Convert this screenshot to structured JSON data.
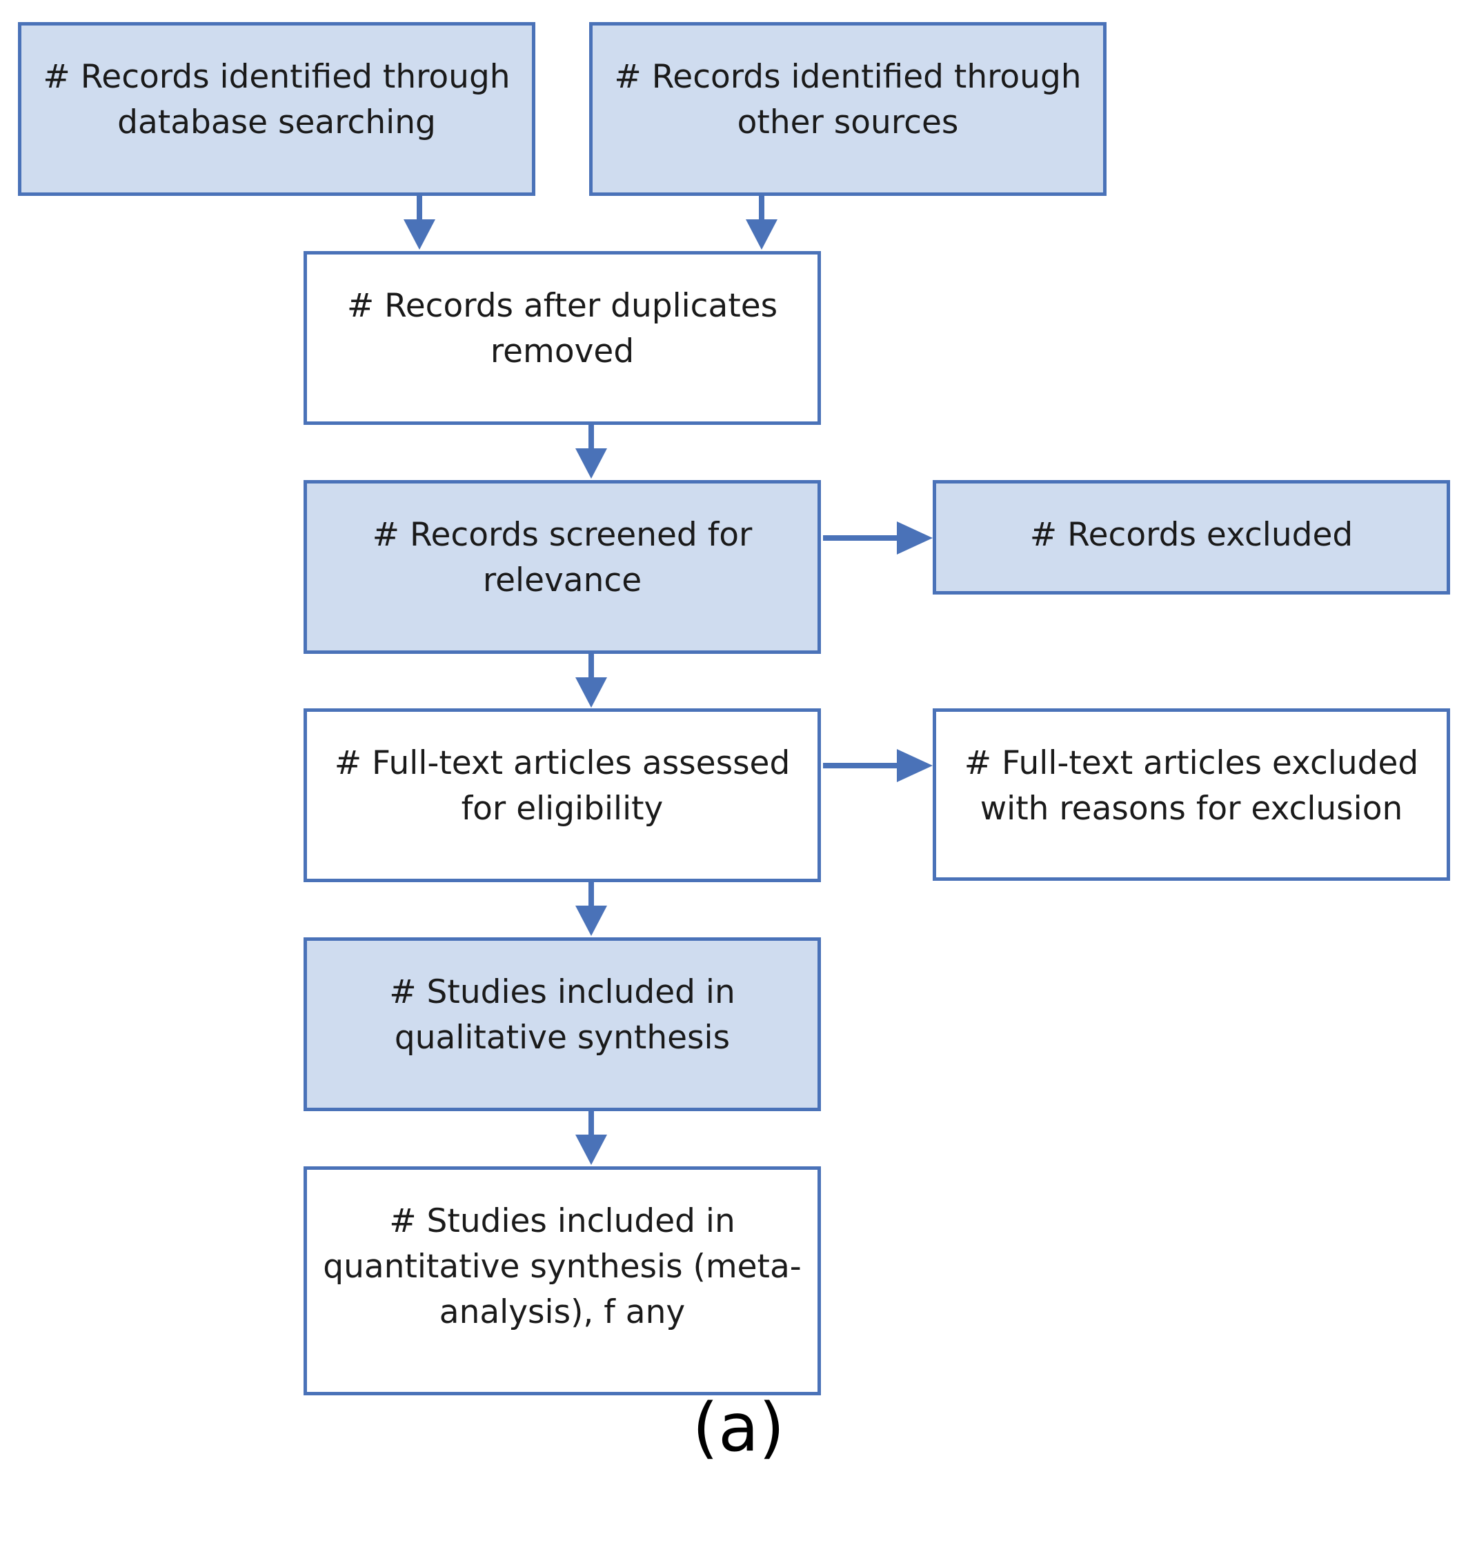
{
  "colors": {
    "border": "#4a72b8",
    "shaded_fill": "#cfdcef",
    "plain_fill": "#ffffff",
    "arrow": "#4a72b8",
    "text": "#1a1a1a"
  },
  "boxes": {
    "db_search": "# Records identified through\ndatabase searching",
    "other_sources": "# Records identified through\nother sources",
    "after_duplicates": "# Records after duplicates\nremoved",
    "screened": "# Records screened for\nrelevance",
    "excluded": "# Records excluded",
    "fulltext_assessed": "# Full-text articles assessed\nfor eligibility",
    "fulltext_excluded": "# Full-text articles excluded\nwith reasons for exclusion",
    "qualitative": "# Studies included in\nqualitative synthesis",
    "quantitative": "# Studies included in\nquantitative synthesis (meta-\nanalysis), f any"
  },
  "caption": "(a)"
}
